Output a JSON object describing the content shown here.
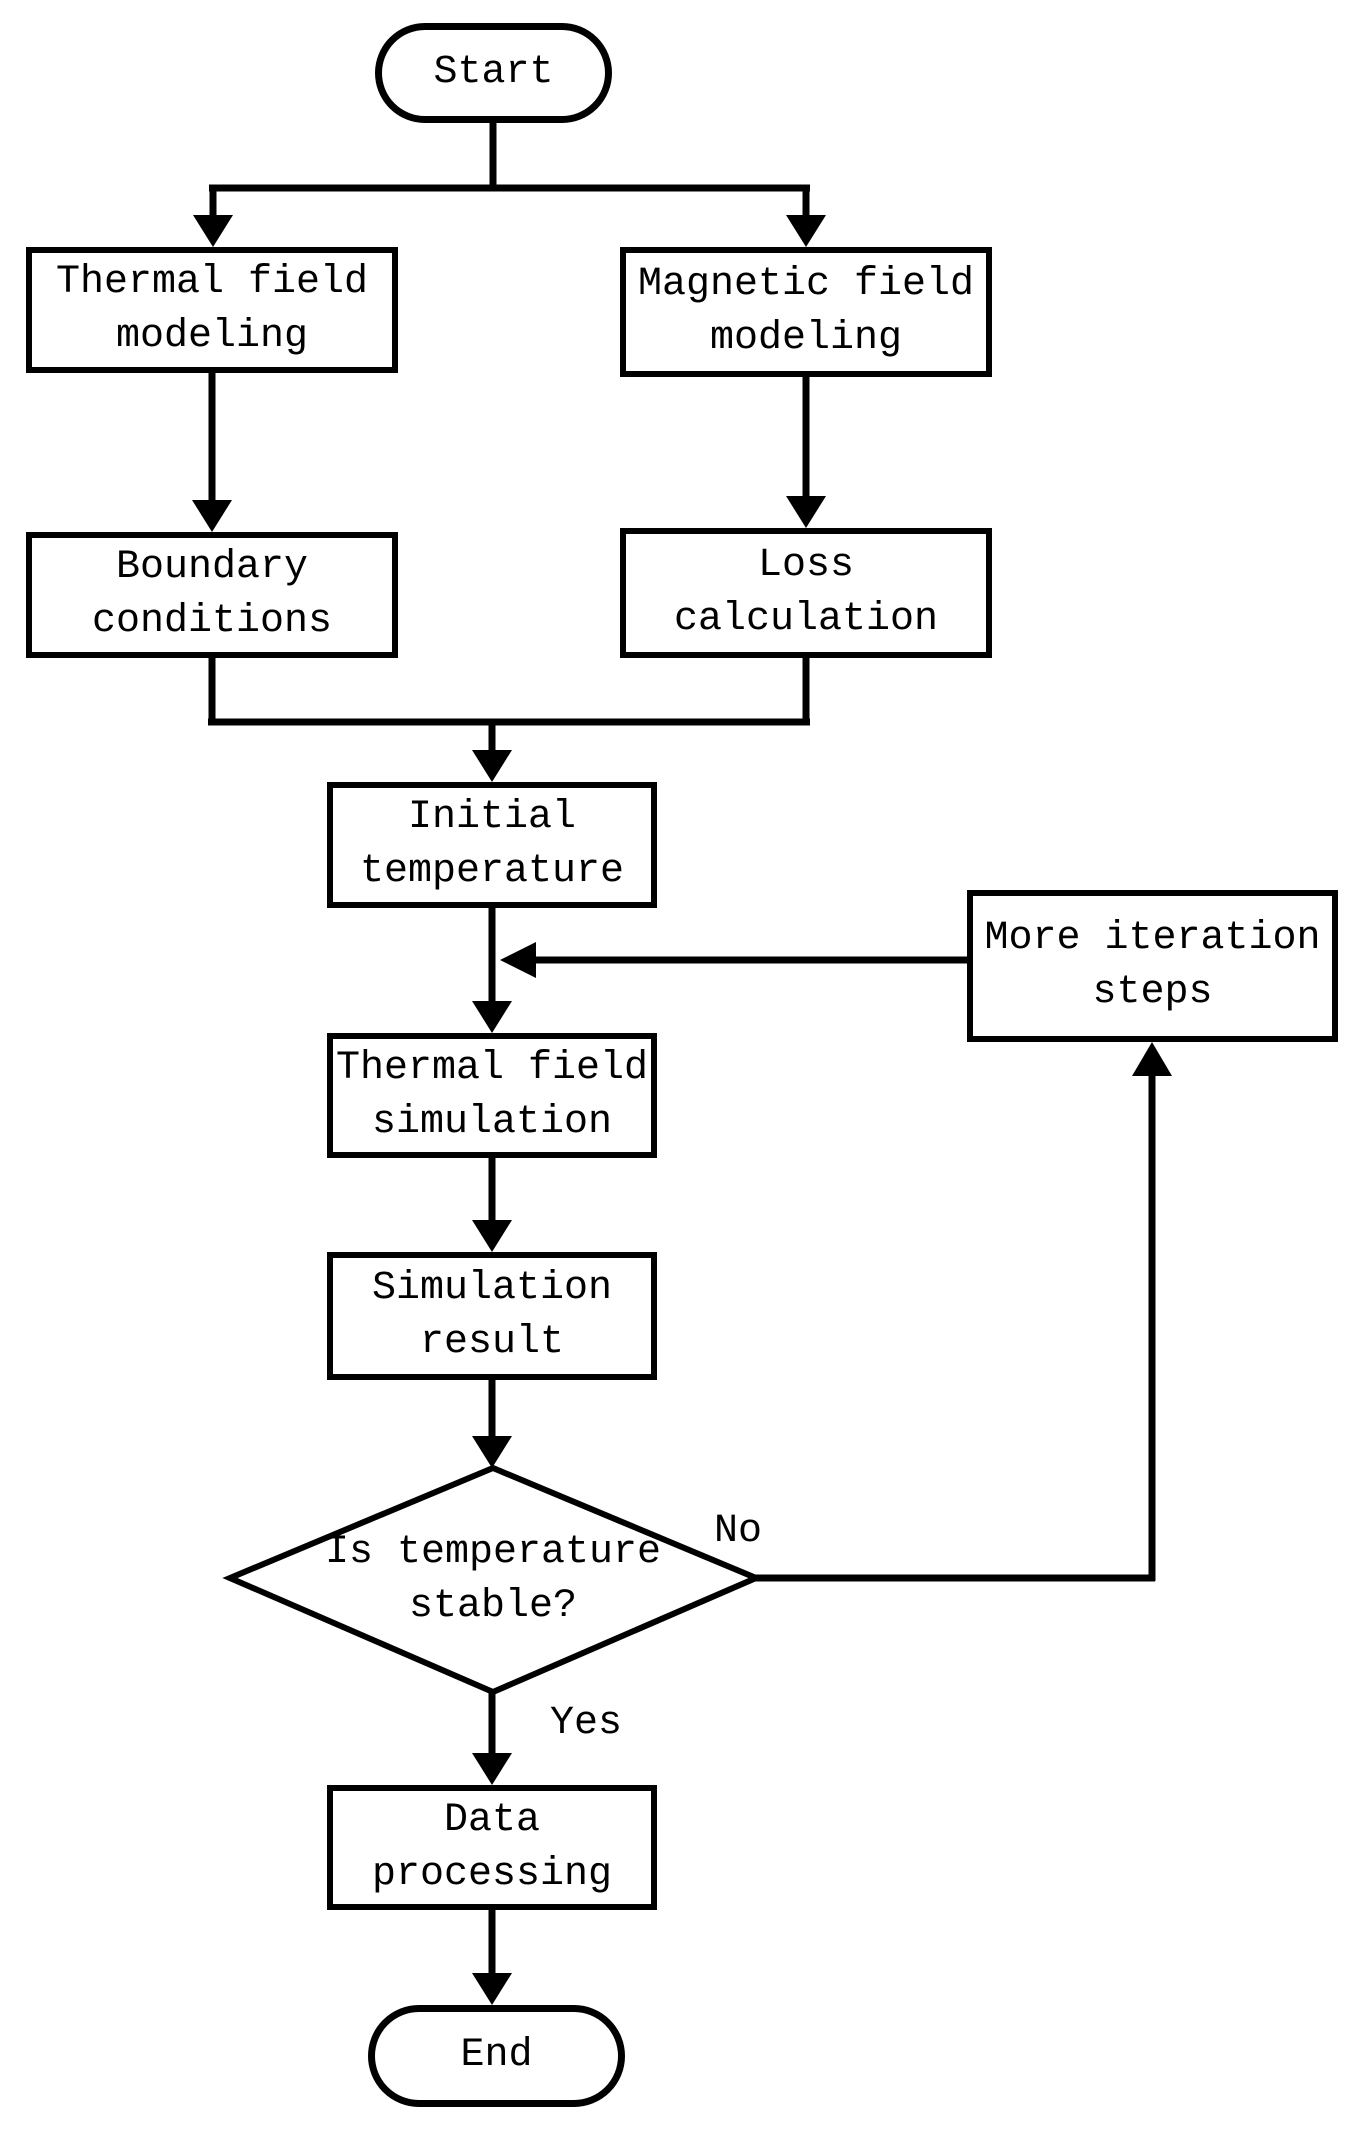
{
  "canvas": {
    "background_color": "#ffffff",
    "line_color": "#000000",
    "text_color": "#000000"
  },
  "nodes": {
    "start": {
      "type": "terminator",
      "label": "Start",
      "lines": [
        "Start"
      ]
    },
    "thermal_modeling": {
      "type": "process",
      "label": "Thermal field modeling",
      "lines": [
        "Thermal field",
        "modeling"
      ]
    },
    "magnetic_modeling": {
      "type": "process",
      "label": "Magnetic field modeling",
      "lines": [
        "Magnetic field",
        "modeling"
      ]
    },
    "boundary_conditions": {
      "type": "process",
      "label": "Boundary conditions",
      "lines": [
        "Boundary",
        "conditions"
      ]
    },
    "loss_calculation": {
      "type": "process",
      "label": "Loss calculation",
      "lines": [
        "Loss",
        "calculation"
      ]
    },
    "initial_temperature": {
      "type": "process",
      "label": "Initial temperature",
      "lines": [
        "Initial",
        "temperature"
      ]
    },
    "more_iteration_steps": {
      "type": "process",
      "label": "More iteration steps",
      "lines": [
        "More iteration",
        "steps"
      ]
    },
    "thermal_simulation": {
      "type": "process",
      "label": "Thermal field simulation",
      "lines": [
        "Thermal field",
        "simulation"
      ]
    },
    "simulation_result": {
      "type": "process",
      "label": "Simulation result",
      "lines": [
        "Simulation",
        "result"
      ]
    },
    "decision": {
      "type": "decision",
      "label": "Is temperature stable?",
      "lines": [
        "Is temperature",
        "stable?"
      ]
    },
    "data_processing": {
      "type": "process",
      "label": "Data processing",
      "lines": [
        "Data",
        "processing"
      ]
    },
    "end": {
      "type": "terminator",
      "label": "End",
      "lines": [
        "End"
      ]
    }
  },
  "edge_labels": {
    "yes": "Yes",
    "no": "No"
  },
  "edges": [
    {
      "from": "start",
      "to": "thermal_modeling"
    },
    {
      "from": "start",
      "to": "magnetic_modeling"
    },
    {
      "from": "thermal_modeling",
      "to": "boundary_conditions"
    },
    {
      "from": "magnetic_modeling",
      "to": "loss_calculation"
    },
    {
      "from": "boundary_conditions",
      "to": "initial_temperature"
    },
    {
      "from": "loss_calculation",
      "to": "initial_temperature"
    },
    {
      "from": "initial_temperature",
      "to": "thermal_simulation"
    },
    {
      "from": "thermal_simulation",
      "to": "simulation_result"
    },
    {
      "from": "simulation_result",
      "to": "decision"
    },
    {
      "from": "decision",
      "to": "data_processing",
      "label": "Yes"
    },
    {
      "from": "decision",
      "to": "more_iteration_steps",
      "label": "No"
    },
    {
      "from": "more_iteration_steps",
      "to": "thermal_simulation"
    },
    {
      "from": "data_processing",
      "to": "end"
    }
  ]
}
